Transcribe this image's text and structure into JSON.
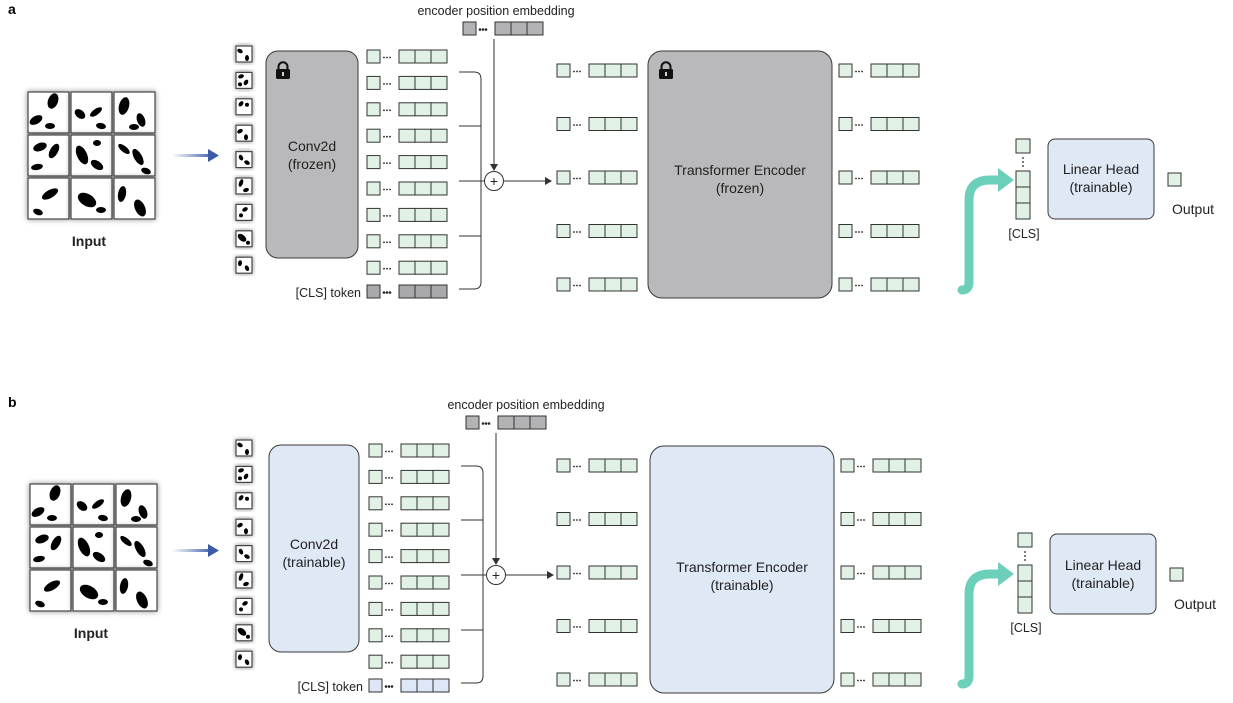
{
  "colors": {
    "frozen_fill": "#b9b9bb",
    "frozen_stroke": "#3a3a3a",
    "trainable_fill": "#dfe8f5",
    "token_fill": "#e2f1e5",
    "pos_embed_fill": "#b3b3b5",
    "cls_frozen_fill": "#a9a9ab",
    "cls_trainable_fill": "#dde7f7",
    "input_arrow": "#3c5aa8",
    "teal_arrow": "#6ccfb9",
    "line": "#333333"
  },
  "panels": [
    {
      "label": "a",
      "input_label": "Input",
      "pos_embed_label": "encoder position embedding",
      "conv_title": "Conv2d",
      "conv_state": "(frozen)",
      "conv_frozen": true,
      "cls_token_label": "[CLS] token",
      "encoder_title": "Transformer Encoder",
      "encoder_state": "(frozen)",
      "encoder_frozen": true,
      "cls_label": "[CLS]",
      "head_title": "Linear Head",
      "head_state": "(trainable)",
      "output_label": "Output",
      "lock_icon": "lock-icon",
      "plus_symbol": "+"
    },
    {
      "label": "b",
      "input_label": "Input",
      "pos_embed_label": "encoder position embedding",
      "conv_title": "Conv2d",
      "conv_state": "(trainable)",
      "conv_frozen": false,
      "cls_token_label": "[CLS] token",
      "encoder_title": "Transformer Encoder",
      "encoder_state": "(trainable)",
      "encoder_frozen": false,
      "cls_label": "[CLS]",
      "head_title": "Linear Head",
      "head_state": "(trainable)",
      "output_label": "Output",
      "plus_symbol": "+"
    }
  ]
}
